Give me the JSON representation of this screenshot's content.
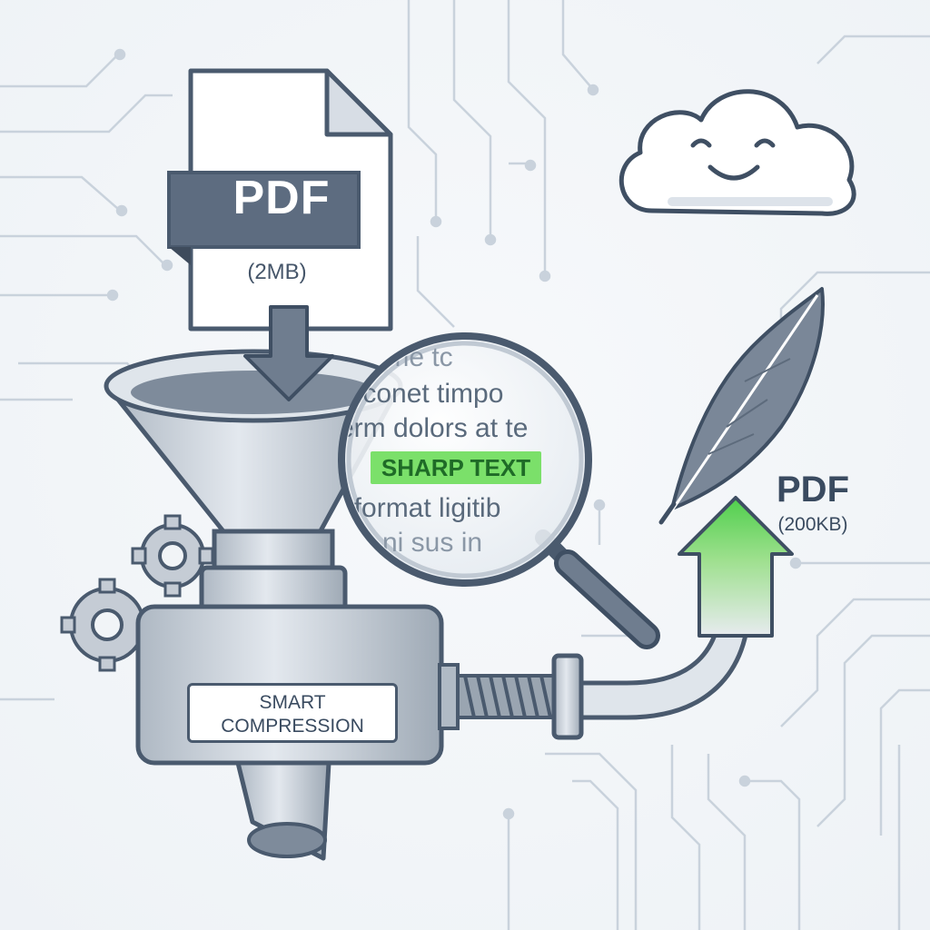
{
  "input_file": {
    "type_label": "PDF",
    "size_label": "(2MB)"
  },
  "magnifier": {
    "text_lines": [
      "r me tc",
      "r conet timpo",
      "erm dolors at te",
      "nformat ligitib",
      "ni sus in"
    ],
    "highlight": "SHARP TEXT"
  },
  "machine": {
    "label_line1": "SMART",
    "label_line2": "COMPRESSION"
  },
  "output_file": {
    "type_label": "PDF",
    "size_label": "(200KB)"
  },
  "icons": [
    "document-icon",
    "funnel-icon",
    "gear-icon",
    "magnifier-icon",
    "feather-icon",
    "cloud-icon",
    "arrow-up-icon"
  ],
  "colors": {
    "outline": "#4a5a6e",
    "accent_green": "#5fd35a",
    "metal": "#c9d1da",
    "circuit": "#c7d0da"
  }
}
